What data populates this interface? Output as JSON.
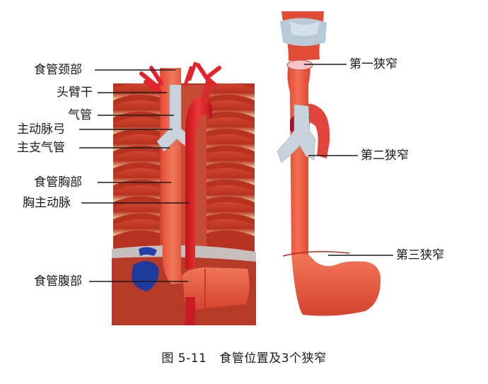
{
  "left_labels": [
    {
      "text": "食管颈部"
    },
    {
      "text": "头臂干"
    },
    {
      "text": "气管"
    },
    {
      "text": "主动脉弓"
    },
    {
      "text": "主支气管"
    },
    {
      "text": "食管胸部"
    },
    {
      "text": "胸主动脉"
    },
    {
      "text": "食管腹部"
    }
  ],
  "right_labels": [
    {
      "text": "第一狭窄"
    },
    {
      "text": "第二狭窄"
    },
    {
      "text": "第三狭窄"
    }
  ],
  "caption": {
    "figure": "图 5-11",
    "title": "食管位置及3个狭窄"
  },
  "colors": {
    "esophagus": "#e8523e",
    "aorta": "#d8202a",
    "rib": "#c8402e",
    "cartilage": "#f1d8a8",
    "trachea": "#c9d3dc",
    "vein": "#1e3a9c",
    "leader": "#1a1a1a"
  }
}
